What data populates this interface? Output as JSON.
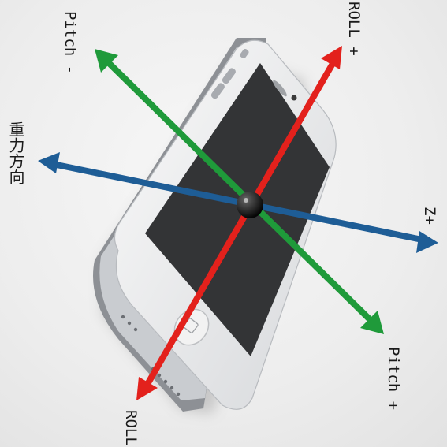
{
  "labels": {
    "roll_plus": "ROLL +",
    "roll_minus": "ROLL",
    "pitch_minus": "Pitch -",
    "pitch_plus": "Pitch +",
    "gravity": "重力方向",
    "z_plus": "Z+"
  },
  "colors": {
    "roll_axis": "#e3211c",
    "pitch_axis": "#1f9a3a",
    "z_axis": "#1e5d96",
    "phone_body": "#e9eaec",
    "phone_screen": "#333436",
    "pivot": "#111111"
  }
}
